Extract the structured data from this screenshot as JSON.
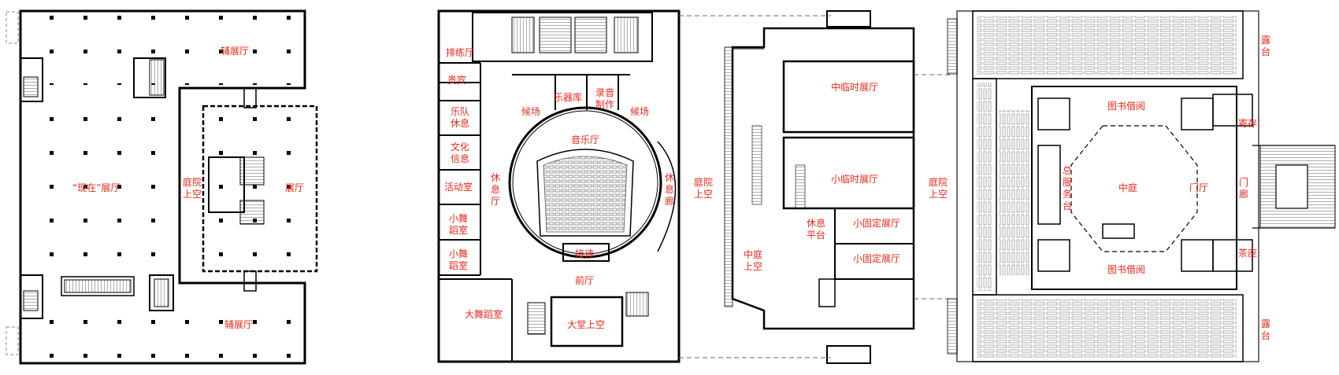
{
  "plans": {
    "left": {
      "aux_hall_top": "辅展厅",
      "aux_hall_bottom": "辅展厅",
      "now_hall": "“现在”展厅",
      "courtyard_void": "庭院上空",
      "exhibition_hall": "展厅"
    },
    "middle": {
      "rehearsal": "排练厅",
      "vip": "贵宾",
      "band_lounge": "乐队休息",
      "culture_info": "文化信息",
      "activity_room": "活动室",
      "small_dance_1": "小舞蹈室",
      "small_dance_2": "小舞蹈室",
      "big_dance": "大舞蹈室",
      "lobby_void": "大堂上空",
      "lounge_hall": "休息厅",
      "waiting_left": "候场",
      "waiting_right": "候场",
      "instrument_store": "乐器库",
      "recording": "录音制作",
      "concert_hall": "音乐厅",
      "rest_corridor": "休息廊",
      "reception": "接待",
      "foyer": "前厅",
      "courtyard_void": "庭院上空"
    },
    "third": {
      "medium_temp": "中临时展厅",
      "small_temp": "小临时展厅",
      "small_fixed_1": "小固定展厅",
      "small_fixed_2": "小固定展厅",
      "rest_platform": "休息平台",
      "atrium_void": "中庭上空",
      "courtyard_void": "庭院上空"
    },
    "right": {
      "lending_top": "图书借阅",
      "lending_bottom": "图书借阅",
      "service_desk": "总服务台",
      "atrium": "中庭",
      "entrance_hall": "门厅",
      "gate_corridor": "门廊",
      "storage": "寄存",
      "tea": "茶座",
      "terrace_top": "露台",
      "terrace_bottom": "露台"
    }
  },
  "colors": {
    "label": "#e8281c",
    "wall": "#000000",
    "line": "#555555"
  }
}
